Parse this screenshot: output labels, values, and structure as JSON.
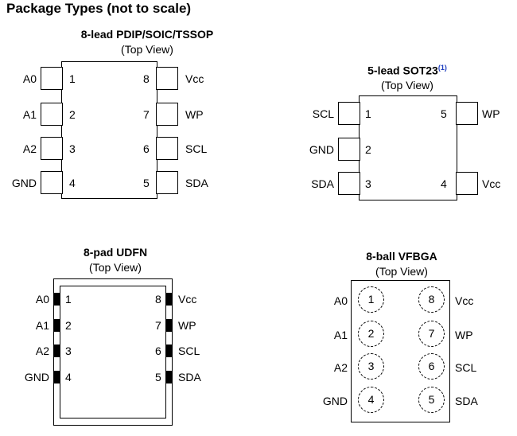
{
  "page_title": "Package Types (not to scale)",
  "packages": {
    "pdip": {
      "title": "8-lead PDIP/SOIC/TSSOP",
      "subtitle": "(Top View)",
      "left_pins": [
        {
          "num": "1",
          "label": "A0"
        },
        {
          "num": "2",
          "label": "A1"
        },
        {
          "num": "3",
          "label": "A2"
        },
        {
          "num": "4",
          "label": "GND"
        }
      ],
      "right_pins": [
        {
          "num": "8",
          "label": "Vcc"
        },
        {
          "num": "7",
          "label": "WP"
        },
        {
          "num": "6",
          "label": "SCL"
        },
        {
          "num": "5",
          "label": "SDA"
        }
      ]
    },
    "sot23": {
      "title": "5-lead SOT23",
      "footnote": "(1)",
      "subtitle": "(Top View)",
      "left_pins": [
        {
          "num": "1",
          "label": "SCL"
        },
        {
          "num": "2",
          "label": "GND"
        },
        {
          "num": "3",
          "label": "SDA"
        }
      ],
      "right_pins": [
        {
          "num": "5",
          "label": "WP"
        },
        {
          "num": "4",
          "label": "Vcc"
        }
      ]
    },
    "udfn": {
      "title": "8-pad UDFN",
      "subtitle": "(Top View)",
      "left_pins": [
        {
          "num": "1",
          "label": "A0"
        },
        {
          "num": "2",
          "label": "A1"
        },
        {
          "num": "3",
          "label": "A2"
        },
        {
          "num": "4",
          "label": "GND"
        }
      ],
      "right_pins": [
        {
          "num": "8",
          "label": "Vcc"
        },
        {
          "num": "7",
          "label": "WP"
        },
        {
          "num": "6",
          "label": "SCL"
        },
        {
          "num": "5",
          "label": "SDA"
        }
      ]
    },
    "vfbga": {
      "title": "8-ball VFBGA",
      "subtitle": "(Top View)",
      "left_pins": [
        {
          "num": "1",
          "label": "A0"
        },
        {
          "num": "2",
          "label": "A1"
        },
        {
          "num": "3",
          "label": "A2"
        },
        {
          "num": "4",
          "label": "GND"
        }
      ],
      "right_pins": [
        {
          "num": "8",
          "label": "Vcc"
        },
        {
          "num": "7",
          "label": "WP"
        },
        {
          "num": "6",
          "label": "SCL"
        },
        {
          "num": "5",
          "label": "SDA"
        }
      ]
    }
  }
}
